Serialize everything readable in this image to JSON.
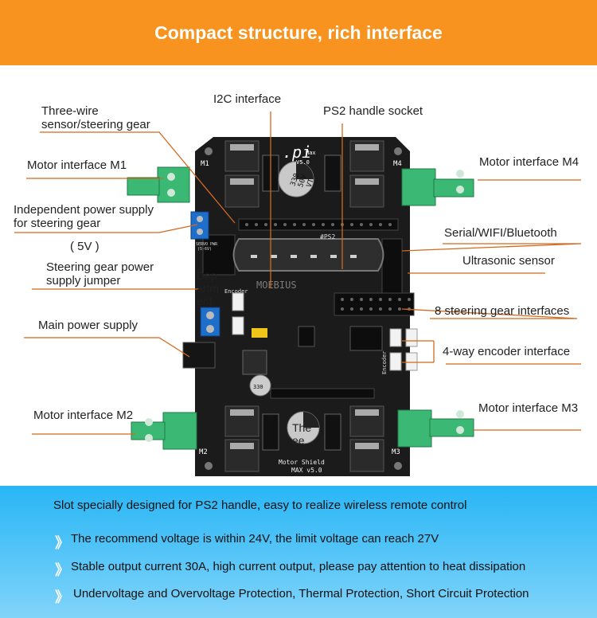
{
  "header": {
    "title": "Compact structure, rich interface"
  },
  "labels": {
    "three_wire_1": "Three-wire",
    "three_wire_2": "sensor/steering gear",
    "i2c": "I2C interface",
    "ps2_socket": "PS2 handle socket",
    "motor_m1": "Motor interface M1",
    "motor_m4": "Motor interface M4",
    "independent_power_1": "Independent power supply",
    "independent_power_2": "for steering gear",
    "five_v": "( 5V )",
    "serial": "Serial/WIFI/Bluetooth",
    "ultrasonic": "Ultrasonic sensor",
    "jumper_1": "Steering gear power",
    "jumper_2": "supply jumper",
    "dep_1": "Dep",
    "dep_2": "artm",
    "dep_3": "ent",
    "steering_8": "8 steering gear interfaces",
    "main_power": "Main power supply",
    "encoder_4": "4-way encoder interface",
    "motor_m2": "Motor interface M2",
    "motor_m3": "Motor interface M3",
    "the_1": "The",
    "the_2": "ee"
  },
  "board": {
    "logo": ".pi",
    "logo_sub": "Max",
    "version": "V5.0",
    "cap_1": "330",
    "cap_2": "50V",
    "cap_3": "VT",
    "ps2": "#PS2",
    "name_1": "Motor Shield",
    "name_2": "MAX v5.0",
    "m1": "M1",
    "m2": "M2",
    "m3": "M3",
    "m4": "M4",
    "encoder": "Encoder",
    "encoder2": "Encoder",
    "servo_pwr": "SERVO PWR",
    "servo_pwr2": "(5-6V)",
    "cap_small": "330"
  },
  "footer": {
    "line1": "Slot specially designed for PS2 handle, easy to realize wireless remote control",
    "line2": "The recommend voltage is within 24V, the limit voltage can reach 27V",
    "line3": "Stable output current 30A, high current output, please pay attention to heat dissipation",
    "line4": "Undervoltage and Overvoltage Protection, Thermal Protection, Short Circuit Protection",
    "bullet": "》"
  },
  "colors": {
    "header": "#f7931e",
    "footer": "#29b6f6",
    "pcb": "#1b1b1b",
    "terminal_green": "#3bb873",
    "leader": "#d2691e"
  }
}
